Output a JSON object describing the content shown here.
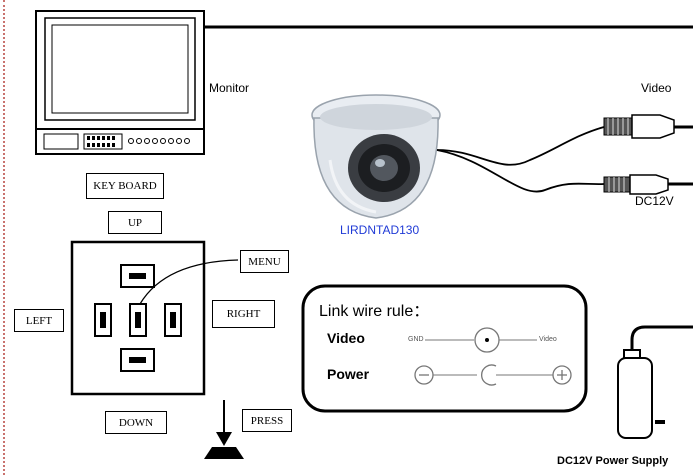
{
  "monitor": {
    "label": "Monitor"
  },
  "camera": {
    "model": "LIRDNTAD130"
  },
  "cable_labels": {
    "video": "Video",
    "dc": "DC12V"
  },
  "keyboard": {
    "title": "KEY BOARD",
    "up": "UP",
    "down": "DOWN",
    "left": "LEFT",
    "right": "RIGHT",
    "menu": "MENU",
    "press": "PRESS"
  },
  "wire_rule": {
    "title": "Link wire rule：",
    "video_label": "Video",
    "power_label": "Power",
    "gnd": "GND",
    "video_end": "Video"
  },
  "power_supply": {
    "label": "DC12V  Power Supply"
  },
  "colors": {
    "model_text": "#1f3ad6",
    "margin_dots": "#c9726e"
  }
}
